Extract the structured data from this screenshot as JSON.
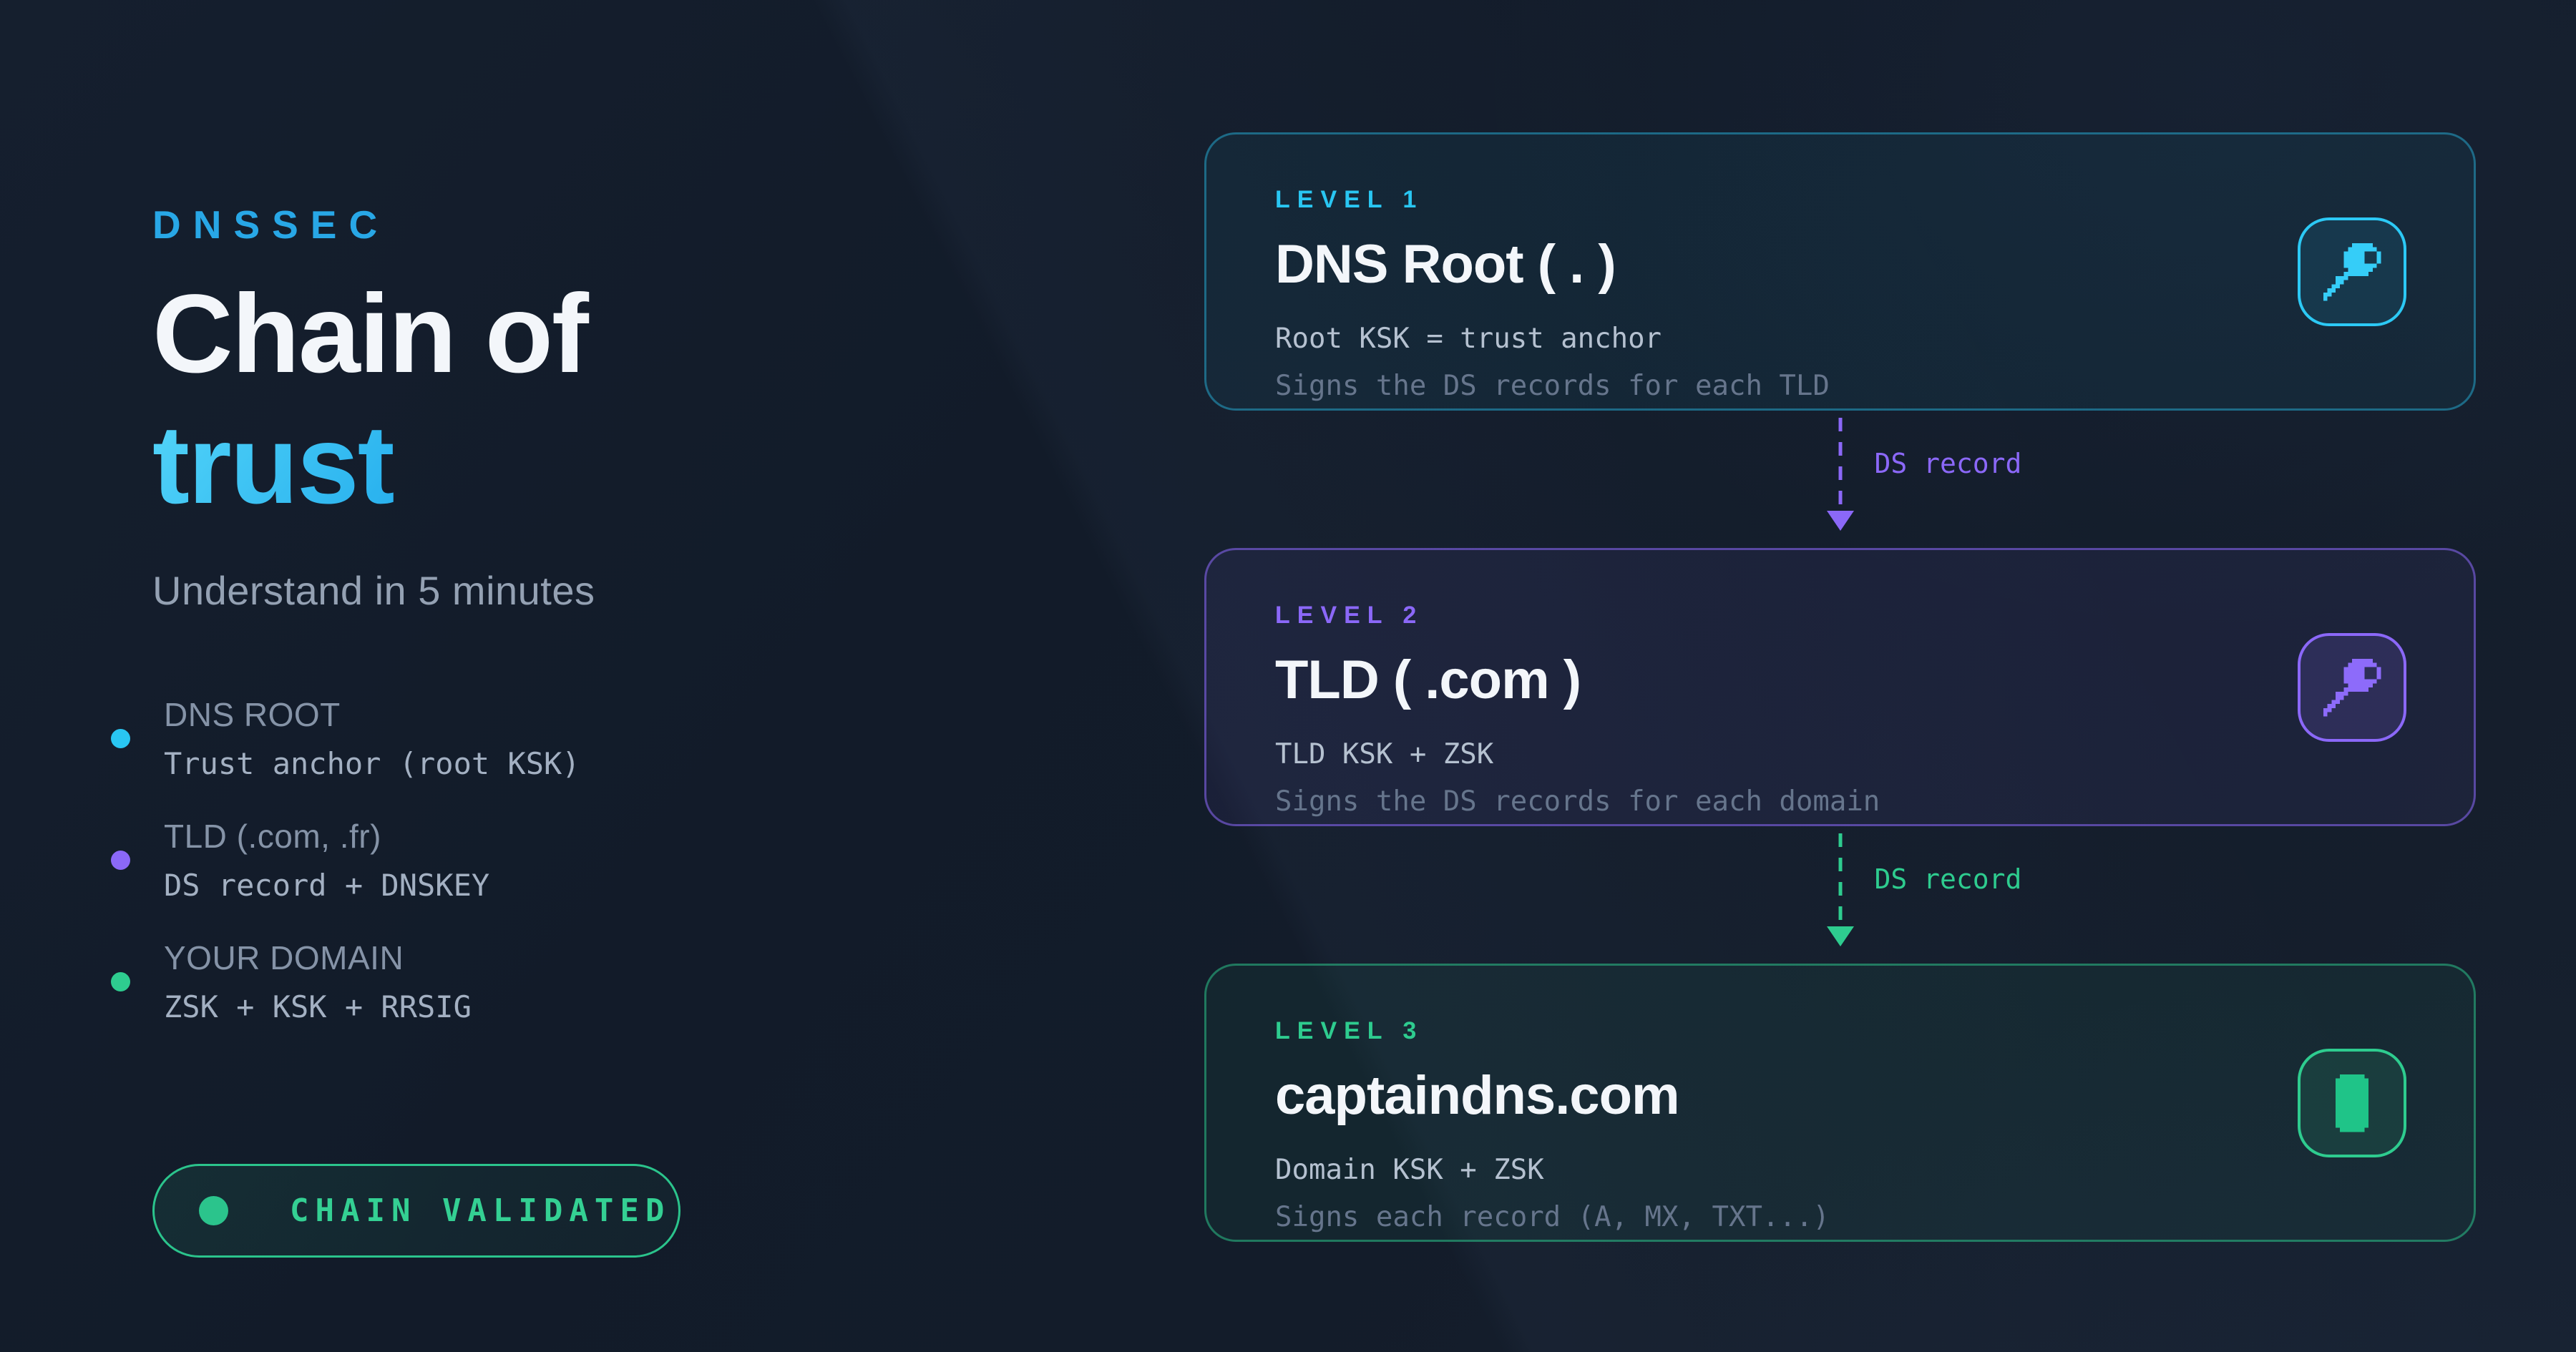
{
  "page": {
    "kicker": "DNSSEC",
    "title_line1": "Chain of",
    "title_line2": "trust",
    "subtitle": "Understand in 5 minutes"
  },
  "legend": {
    "items": [
      {
        "label": "DNS ROOT",
        "detail": "Trust anchor (root KSK)",
        "color": "#29c6f2"
      },
      {
        "label": "TLD (.com, .fr)",
        "detail": "DS record + DNSKEY",
        "color": "#8b68f8"
      },
      {
        "label": "YOUR DOMAIN",
        "detail": "ZSK + KSK + RRSIG",
        "color": "#2ecc8f"
      }
    ]
  },
  "badge": {
    "label": "CHAIN VALIDATED",
    "color": "#2ecc8f"
  },
  "levels": [
    {
      "kicker": "LEVEL 1",
      "title": "DNS Root ( . )",
      "line1": "Root KSK = trust anchor",
      "line2": "Signs the DS records for each TLD",
      "accent": "#29c6f2",
      "icon": "key-icon"
    },
    {
      "kicker": "LEVEL 2",
      "title": "TLD ( .com )",
      "line1": "TLD KSK + ZSK",
      "line2": "Signs the DS records for each domain",
      "accent": "#8b68f8",
      "icon": "key-icon"
    },
    {
      "kicker": "LEVEL 3",
      "title": "captaindns.com",
      "line1": "Domain KSK + ZSK",
      "line2": "Signs each record (A, MX, TXT...)",
      "accent": "#2ecc8f",
      "icon": "block-icon"
    }
  ],
  "connectors": [
    {
      "label": "DS record",
      "color": "#8b68f8"
    },
    {
      "label": "DS record",
      "color": "#2ecc8f"
    }
  ],
  "colors": {
    "background": "#121b29",
    "cyan": "#29c6f2",
    "azure_kicker": "#28a7e6",
    "purple": "#8b68f8",
    "green": "#2ecc8f",
    "title_white": "#f3f6fa",
    "subtitle_gray": "#94a1b3",
    "mono_light": "#b5c1d0",
    "mono_dim": "#66758c"
  }
}
